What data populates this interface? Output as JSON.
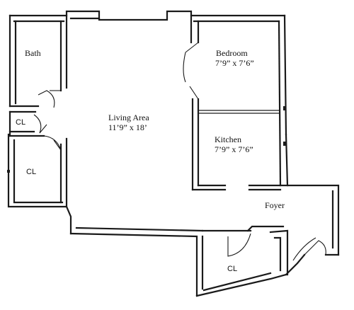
{
  "rooms": {
    "bath": {
      "name": "Bath"
    },
    "bedroom": {
      "name": "Bedroom",
      "size": "7’9” x 7’6”"
    },
    "living": {
      "name": "Living Area",
      "size": "11’9” x 18’"
    },
    "kitchen": {
      "name": "Kitchen",
      "size": "7’9” x 7’6”"
    },
    "foyer": {
      "name": "Foyer"
    },
    "closet_small": {
      "name": "CL"
    },
    "closet_left": {
      "name": "CL"
    },
    "closet_bottom": {
      "name": "CL"
    }
  }
}
